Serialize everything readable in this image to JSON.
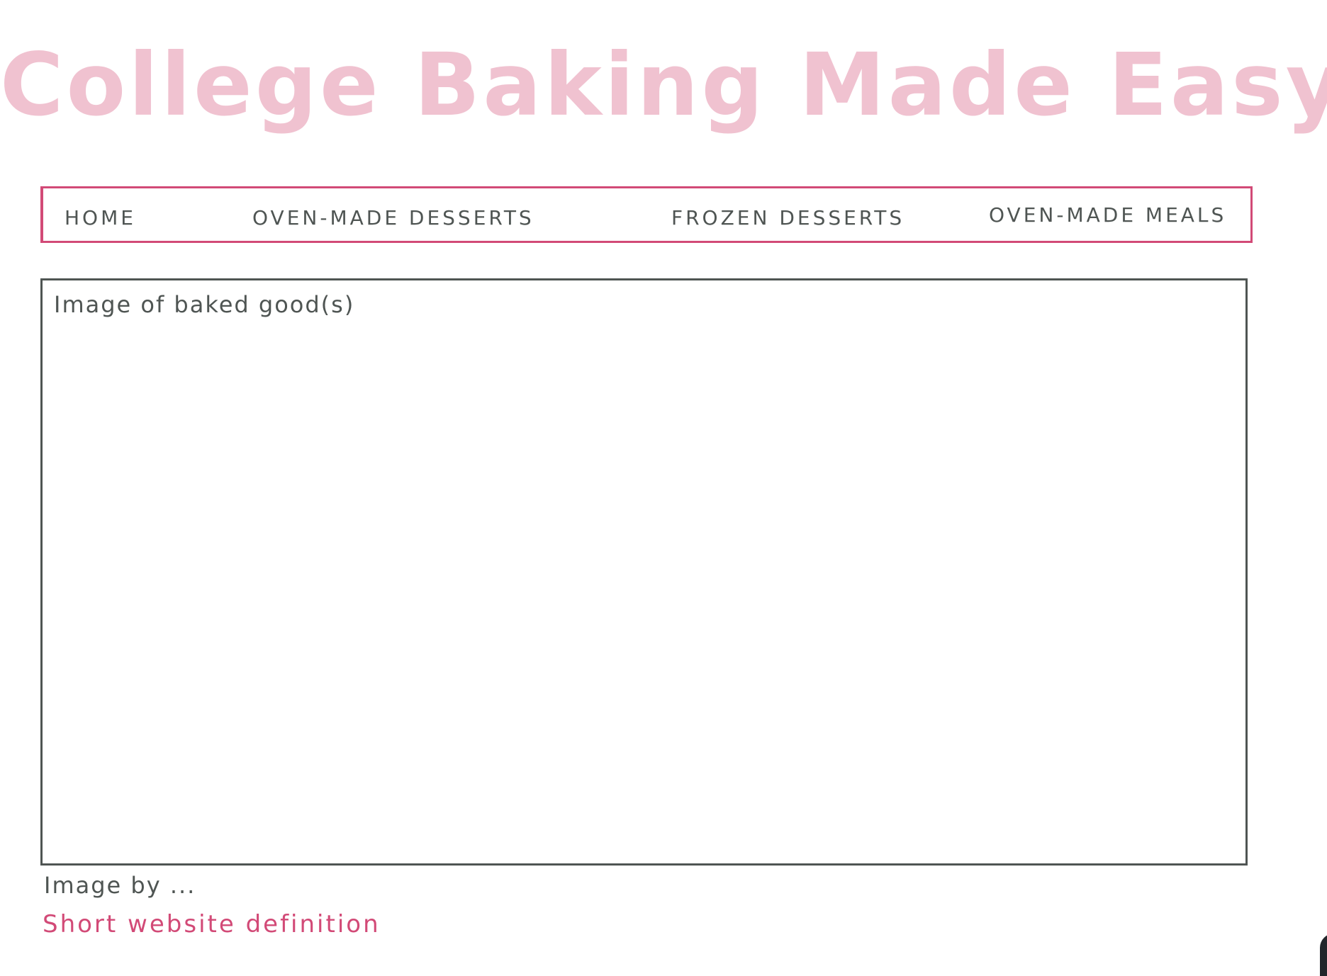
{
  "header": {
    "title": "College Baking Made Easy"
  },
  "nav": {
    "items": [
      {
        "label": "HOME"
      },
      {
        "label": "OVEN-MADE DESSERTS"
      },
      {
        "label": "FROZEN DESSERTS"
      },
      {
        "label": "OVEN-MADE MEALS"
      }
    ]
  },
  "hero": {
    "placeholder_label": "Image of baked good(s)",
    "credit": "Image by ..."
  },
  "intro": {
    "definition": "Short website definition"
  },
  "colors": {
    "title_pink": "#f0c2d0",
    "accent_pink": "#d24a77",
    "ink_gray": "#4f5553",
    "background": "#ffffff"
  }
}
